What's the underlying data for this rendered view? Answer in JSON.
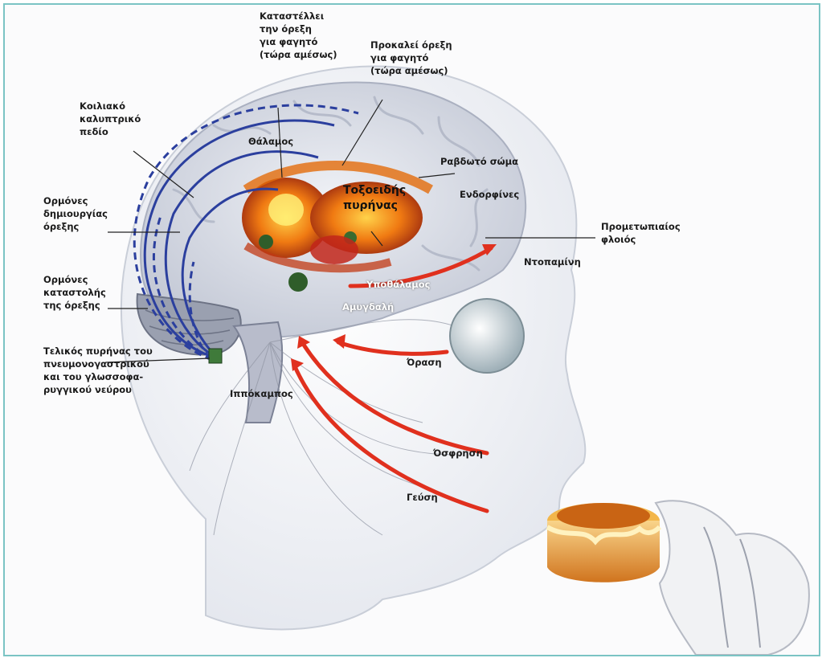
{
  "labels": {
    "suppress_now": "Καταστέλλει\nτην όρεξη\nγια φαγητό\n(τώρα αμέσως)",
    "provoke_now": "Προκαλεί όρεξη\nγια φαγητό\n(τώρα αμέσως)",
    "neocortex": "Κοιλιακό\nκαλυπτρικό\nπεδίο",
    "thalamus": "Θάλαμος",
    "corpus_callosum": "Ραβδωτό σώμα",
    "nucleus_arcuatus": "Τοξοειδής\nπυρήνας",
    "endorphins": "Ενδορφίνες",
    "hormones_appetite": "Ορμόνες\nδημιουργίας\nόρεξης",
    "prefrontal": "Προμετωπιαίος\nφλοιός",
    "dopamine": "Ντοπαμίνη",
    "hypothalamus": "Υποθάλαμος",
    "hormones_suppress": "Ορμόνες\nκαταστολής\nτης όρεξης",
    "amygdala": "Αμυγδαλή",
    "vision": "Όραση",
    "vagus": "Τελικός πυρήνας του\nπνευμονογαστρικού\nκαι του γλωσσοφα-\nρυγγικού νεύρου",
    "hippocampus": "Ιππόκαμπος",
    "smell": "Όσφρηση",
    "taste": "Γεύση"
  },
  "colors": {
    "frame": "#7bc4c4",
    "nerve_blue": "#2b3f9e",
    "signal_red": "#e0301e",
    "brain": "#d8dbe6"
  }
}
